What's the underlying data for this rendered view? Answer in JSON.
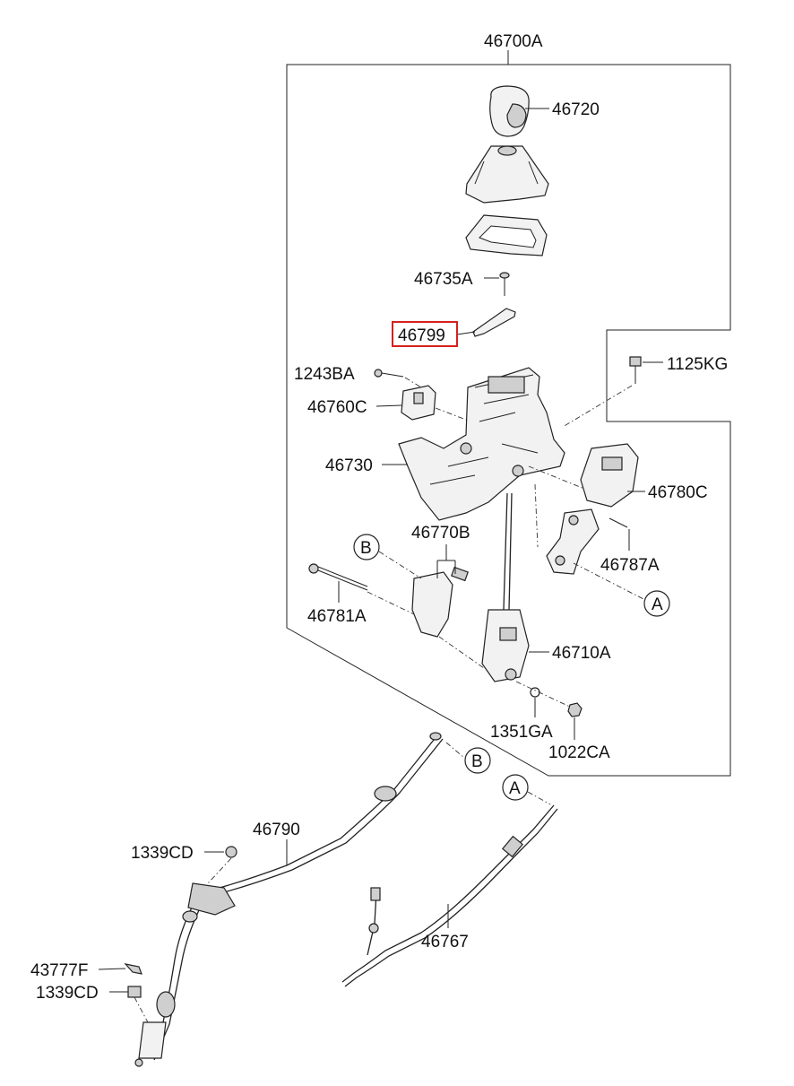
{
  "diagram": {
    "assembly_label": "46700A",
    "highlighted_part": "46799",
    "parts": {
      "p46720": "46720",
      "p46735A": "46735A",
      "p46799": "46799",
      "p1125KG": "1125KG",
      "p1243BA": "1243BA",
      "p46760C": "46760C",
      "p46730": "46730",
      "p46780C": "46780C",
      "p46787A": "46787A",
      "p46770B": "46770B",
      "p46781A": "46781A",
      "p46710A": "46710A",
      "p1351GA": "1351GA",
      "p1022CA": "1022CA",
      "p46790": "46790",
      "p1339CD_top": "1339CD",
      "p43777F": "43777F",
      "p1339CD_bottom": "1339CD",
      "p46767": "46767"
    },
    "callouts": {
      "a_upper": "A",
      "a_lower": "A",
      "b_upper": "B",
      "b_lower": "B"
    },
    "highlight_color": "#d62020"
  }
}
